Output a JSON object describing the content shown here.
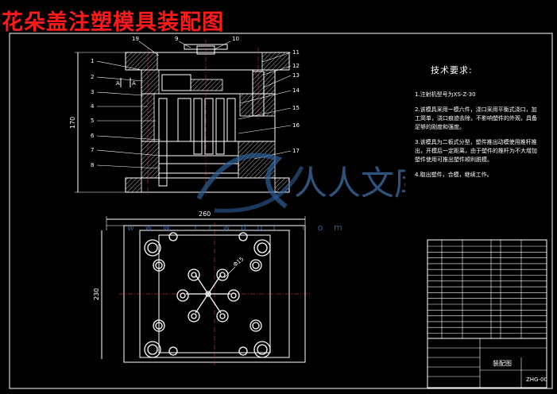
{
  "title": "花朵盖注塑模具装配图",
  "dimensions": {
    "height_label": "170",
    "width_label": "260",
    "plan_height_label": "230",
    "phi_label": "Φ15"
  },
  "part_labels_left": [
    "1",
    "2",
    "3",
    "4",
    "5",
    "6",
    "7",
    "8"
  ],
  "part_labels_right": [
    "11",
    "12",
    "13",
    "14",
    "15",
    "16",
    "17"
  ],
  "part_labels_top": [
    "19",
    "9",
    "10"
  ],
  "section_marks": [
    "A",
    "A"
  ],
  "tech": {
    "title": "技术要求:",
    "items": [
      "1.注射机型号为XS-Z-30",
      "2.该模具采用一模六件，浇口采用平衡式浇口，加工简单，浇口痕迹去除，不影响塑件的外观，具备足够的刚度和强度。",
      "3.该模具为二板式分型，塑件推出动模使用推杆推出，开模后一定距离，由于塑件的推杆为不大增加塑件使用可推出塑件顺利脱模。",
      "4.取出塑件，合模，继续工作。"
    ]
  },
  "title_block": {
    "name": "装配图",
    "code": "ZHG-00"
  },
  "watermark": {
    "text": "人人文库",
    "url": "w w w . r r w d o c . c o m"
  },
  "colors": {
    "title": "#ff1a1a",
    "lines": "#ffffff",
    "center_lines": "#ff4040",
    "watermark": "#3d6fa8"
  }
}
